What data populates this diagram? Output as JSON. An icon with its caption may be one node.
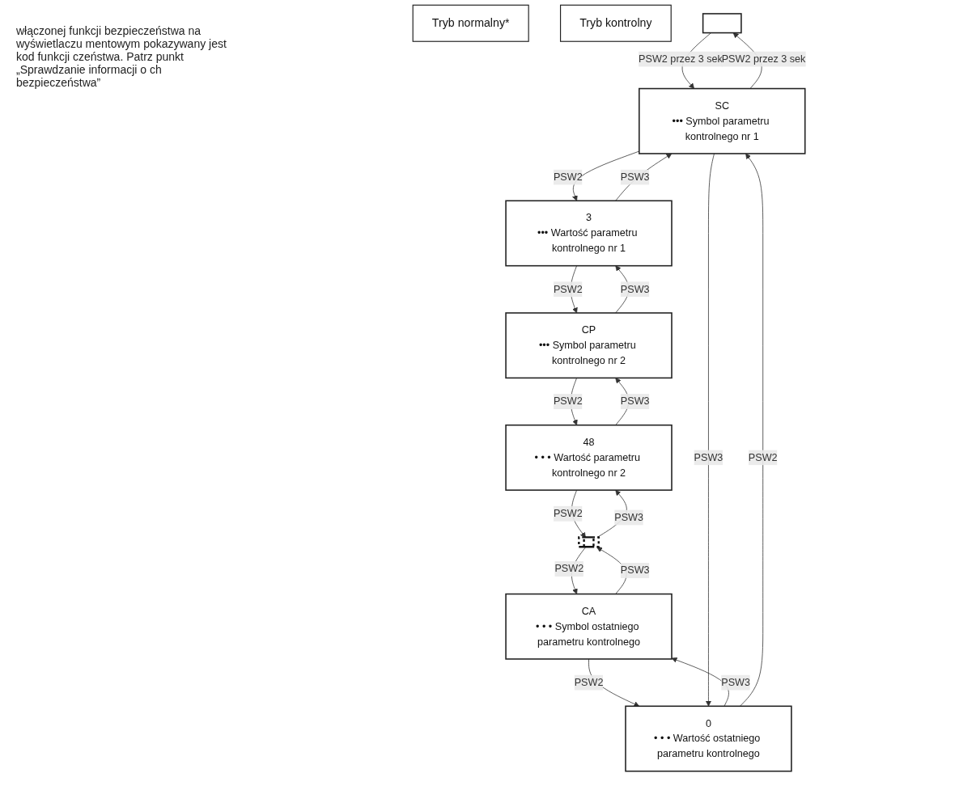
{
  "diagram": {
    "nodes": [
      {
        "text": [
          "Tryb normalny*"
        ]
      },
      {
        "text": [
          "Tryb kontrolny"
        ]
      },
      {
        "text": [],
        "shape": "box"
      },
      {
        "text": [
          "SC",
          "••• Symbol parametru kontrolnego nr 1"
        ]
      },
      {
        "text": [
          "3",
          "••• Wartość parametru kontrolnego nr 1"
        ]
      },
      {
        "text": [
          "CP",
          "••• Symbol parametru kontrolnego nr 2"
        ]
      },
      {
        "text": [
          "48",
          "• • • Wartość parametru kontrolnego nr 2"
        ]
      },
      {
        "text": [],
        "shape": "bar"
      },
      {
        "text": [
          "CA",
          "• • • Symbol ostatniego parametru kontrolnego"
        ]
      },
      {
        "text": [
          "0",
          "• • • Wartość ostatniego parametru kontrolnego"
        ]
      }
    ],
    "edges": [
      {
        "from": 2,
        "to": 3,
        "arrow": "to",
        "label": "PSW2 przez 3 sek"
      },
      {
        "from": 3,
        "to": 2,
        "arrow": "to",
        "label": "PSW2 przez 3 sek"
      },
      {
        "from": 3,
        "to": 4,
        "arrow": "to",
        "label": "PSW2"
      },
      {
        "from": 4,
        "to": 3,
        "arrow": "to",
        "label": "PSW3"
      },
      {
        "from": 4,
        "to": 5,
        "arrow": "to",
        "label": "PSW2"
      },
      {
        "from": 5,
        "to": 4,
        "arrow": "to",
        "label": "PSW3"
      },
      {
        "from": 5,
        "to": 6,
        "arrow": "to",
        "label": "PSW2"
      },
      {
        "from": 6,
        "to": 5,
        "arrow": "to",
        "label": "PSW3"
      },
      {
        "from": 6,
        "to": 7,
        "arrow": "to",
        "label": "PSW2"
      },
      {
        "from": 7,
        "to": 6,
        "arrow": "to",
        "label": "PSW3"
      },
      {
        "from": 7,
        "to": 8,
        "arrow": "to",
        "label": "PSW2"
      },
      {
        "from": 8,
        "to": 7,
        "arrow": "to",
        "label": "PSW3"
      },
      {
        "from": 8,
        "to": 9,
        "arrow": "to",
        "label": "PSW2"
      },
      {
        "from": 9,
        "to": 8,
        "arrow": "to",
        "label": "PSW3"
      },
      {
        "from": 9,
        "to": 3,
        "arrow": "to",
        "label": "PSW2"
      },
      {
        "from": 3,
        "to": 9,
        "arrow": "to",
        "label": "PSW3"
      }
    ],
    "labels": [
      "włączonej funkcji bezpieczeństwa na wyświetlaczu mentowym pokazywany jest kod funkcji czeństwa. Patrz punkt „Sprawdzanie informacji o ch bezpieczeństwa”"
    ]
  }
}
